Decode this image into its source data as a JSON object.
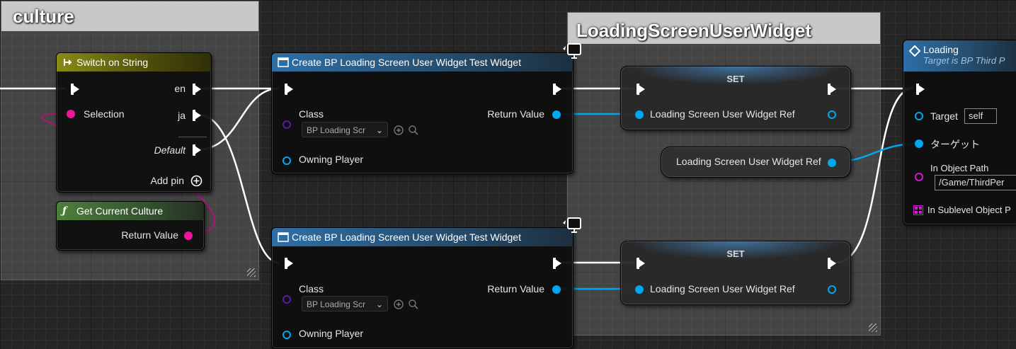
{
  "colors": {
    "exec": "#ffffff",
    "string_pin": "#f0169c",
    "object_pin": "#00a6f0",
    "class_pin": "#5a1aa6",
    "soft_pin": "#cf1ad0"
  },
  "comments": {
    "culture": {
      "title": "culture"
    },
    "loading_screen": {
      "title": "LoadingScreenUserWidget"
    }
  },
  "switch_node": {
    "title": "Switch on String",
    "icon": "switch-icon",
    "outputs": [
      "en",
      "ja"
    ],
    "selection_label": "Selection",
    "default_label": "Default",
    "add_pin_label": "Add pin"
  },
  "culture_node": {
    "title": "Get Current Culture",
    "icon": "function-icon",
    "return_label": "Return Value"
  },
  "create_widget_1": {
    "title": "Create BP Loading Screen User Widget Test Widget",
    "class_label": "Class",
    "class_value": "BP Loading Scr",
    "owning_label": "Owning Player",
    "return_label": "Return Value"
  },
  "create_widget_2": {
    "title": "Create BP Loading Screen User Widget Test Widget",
    "class_label": "Class",
    "class_value": "BP Loading Scr",
    "owning_label": "Owning Player",
    "return_label": "Return Value"
  },
  "set_1": {
    "title": "SET",
    "var_label": "Loading Screen User Widget Ref"
  },
  "set_2": {
    "title": "SET",
    "var_label": "Loading Screen User Widget Ref"
  },
  "get_var": {
    "label": "Loading Screen User Widget Ref"
  },
  "loading_node": {
    "title": "Loading",
    "subtitle": "Target is BP Third P",
    "target_label": "Target",
    "target_value": "self",
    "target2_label": "ターゲット",
    "object_path_label": "In Object Path",
    "object_path_value": "/Game/ThirdPer",
    "sublevel_label": "In Sublevel Object P"
  }
}
